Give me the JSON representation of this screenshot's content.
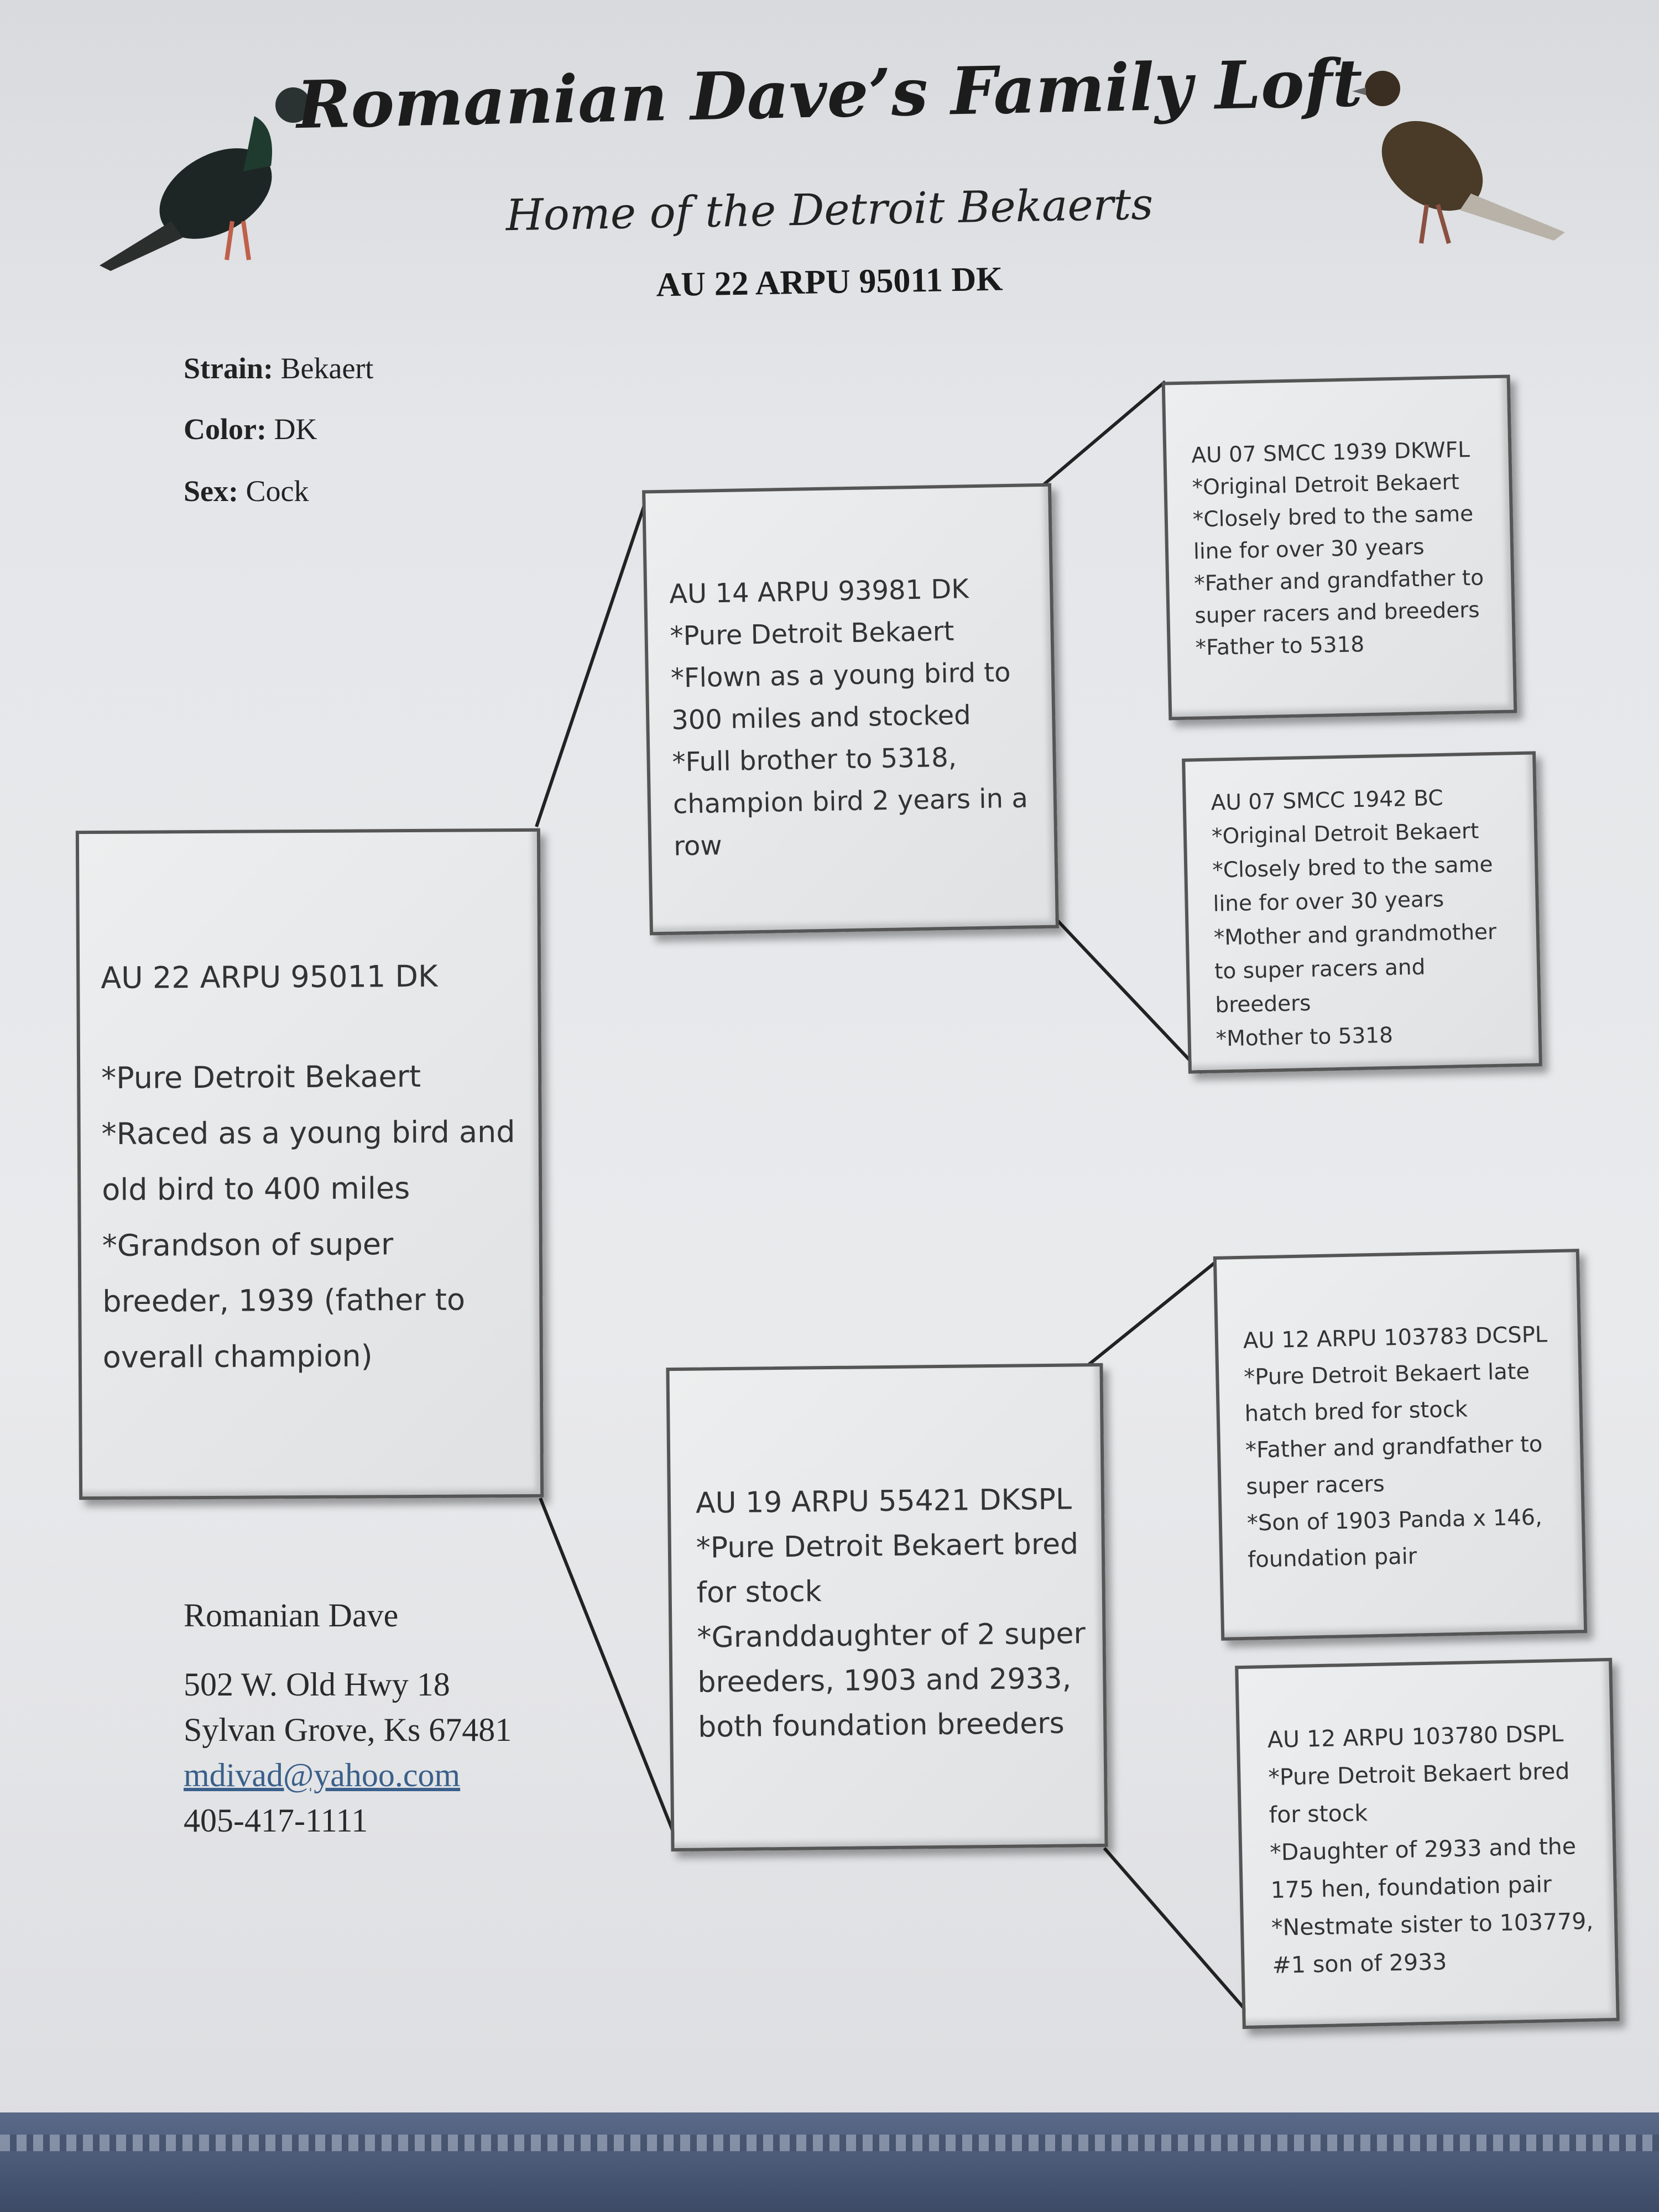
{
  "header": {
    "title": "Romanian Dave’s Family Loft",
    "subtitle": "Home of the Detroit Bekaerts",
    "band_number": "AU 22 ARPU 95011 DK"
  },
  "bird_info": {
    "strain_label": "Strain:",
    "strain": "Bekaert",
    "color_label": "Color:",
    "color": "DK",
    "sex_label": "Sex:",
    "sex": "Cock"
  },
  "pedigree": {
    "subject": {
      "band": "AU 22 ARPU 95011 DK",
      "notes": [
        "*Pure Detroit Bekaert",
        "*Raced as a young bird and old bird to 400 miles",
        "*Grandson of super breeder, 1939 (father to overall champion)"
      ]
    },
    "sire": {
      "band": "AU 14 ARPU 93981 DK",
      "notes": [
        "*Pure Detroit Bekaert",
        "*Flown as a young bird to 300 miles and stocked",
        "*Full brother to 5318, champion bird 2 years in a row"
      ]
    },
    "dam": {
      "band": "AU 19 ARPU 55421 DKSPL",
      "notes": [
        "*Pure Detroit Bekaert bred for stock",
        "*Granddaughter of 2 super breeders, 1903 and 2933, both foundation breeders"
      ]
    },
    "sire_sire": {
      "band": "AU 07 SMCC 1939 DKWFL",
      "notes": [
        "*Original Detroit Bekaert",
        "*Closely bred to the same line for over 30 years",
        "*Father and grandfather to super racers and breeders",
        "*Father to 5318"
      ]
    },
    "sire_dam": {
      "band": "AU 07 SMCC 1942 BC",
      "notes": [
        "*Original Detroit Bekaert",
        "*Closely bred to the same line for over 30 years",
        "*Mother and grandmother to super racers and breeders",
        "*Mother to 5318"
      ]
    },
    "dam_sire": {
      "band": "AU 12 ARPU 103783 DCSPL",
      "notes": [
        "*Pure Detroit Bekaert late hatch bred for stock",
        "*Father and grandfather to super racers",
        "*Son of 1903 Panda x 146, foundation pair"
      ]
    },
    "dam_dam": {
      "band": "AU 12 ARPU 103780 DSPL",
      "notes": [
        "*Pure Detroit Bekaert bred for stock",
        "*Daughter of 2933 and the 175 hen, foundation pair",
        "*Nestmate sister to 103779, #1 son of 2933"
      ]
    }
  },
  "contact": {
    "name": "Romanian Dave",
    "address1": "502 W. Old Hwy 18",
    "address2": "Sylvan Grove, Ks 67481",
    "email": "mdivad@yahoo.com",
    "phone": "405-417-1111"
  }
}
